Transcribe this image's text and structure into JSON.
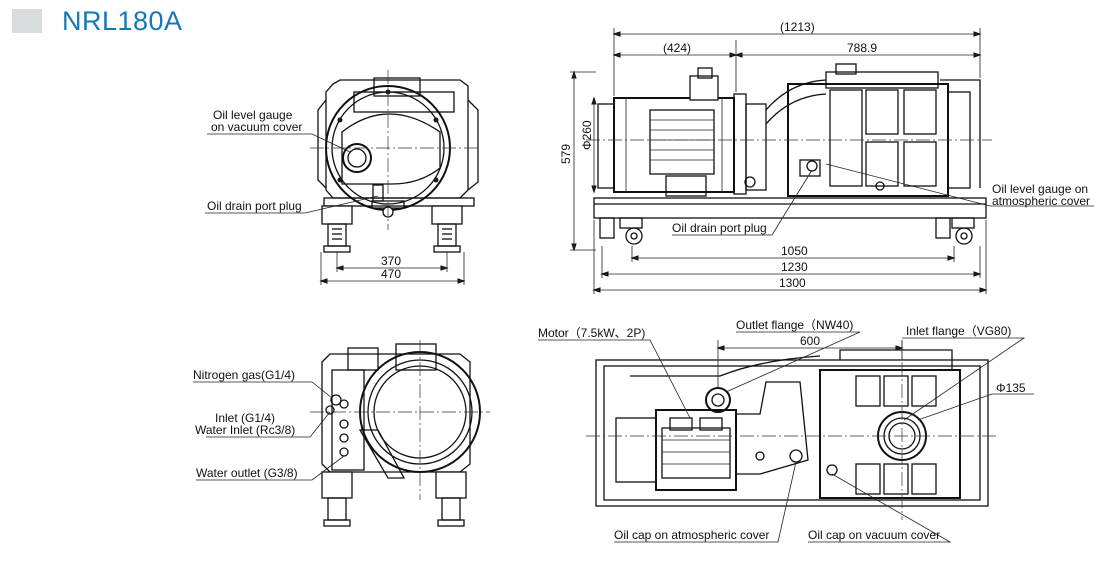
{
  "title": "NRL180A",
  "labels": {
    "oil_level_gauge_vacuum": [
      "Oil level gauge",
      "on vacuum cover"
    ],
    "oil_drain_port_plug_front": "Oil drain port plug",
    "oil_drain_port_plug_side": "Oil drain port plug",
    "oil_level_gauge_atmospheric": [
      "Oil level gauge on",
      "atmospheric cover"
    ],
    "nitrogen_gas": "Nitrogen gas(G1/4)",
    "inlet": "Inlet (G1/4)",
    "water_inlet": "Water Inlet (Rc3/8)",
    "water_outlet": "Water outlet (G3/8)",
    "motor": "Motor（7.5kW、2P)",
    "outlet_flange": "Outlet flange（NW40)",
    "inlet_flange": "Inlet flange（VG80)",
    "oil_cap_atmospheric": "Oil cap on atmospheric cover",
    "oil_cap_vacuum": "Oil cap on vacuum cover"
  },
  "dimensions": {
    "front_370": "370",
    "front_470": "470",
    "side_total": "(1213)",
    "side_motor": "(424)",
    "side_pump": "788.9",
    "side_height": "579",
    "side_motor_dia": "Φ260",
    "side_1050": "1050",
    "side_1230": "1230",
    "side_1300": "1300",
    "top_600": "600",
    "top_dia135": "Φ135"
  }
}
